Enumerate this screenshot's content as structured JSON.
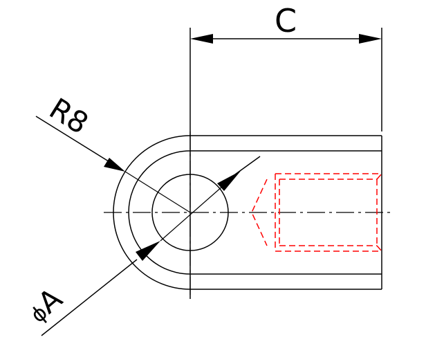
{
  "drawing": {
    "dimension_c_label": "C",
    "radius_label": "R8",
    "diameter_symbol": "ϕ",
    "diameter_label": "A"
  },
  "colors": {
    "outline": "#000000",
    "hidden_feature": "#ff0000",
    "background": "#ffffff"
  }
}
